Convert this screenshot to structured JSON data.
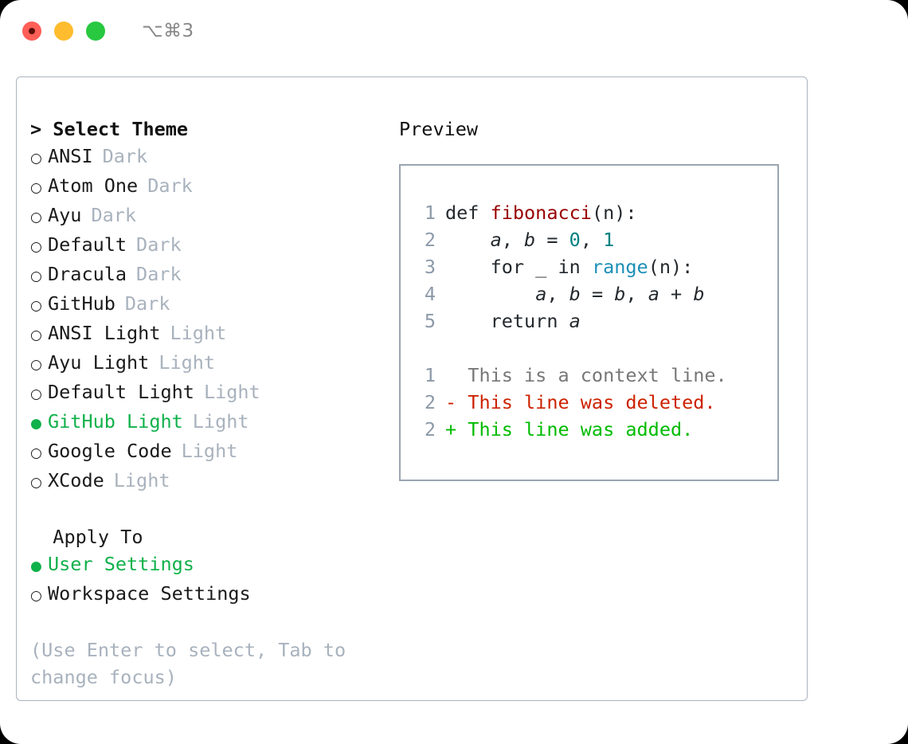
{
  "titlebar": {
    "shortcut": "⌥⌘3",
    "traffic_lights": [
      {
        "name": "close",
        "color": "#ff5f57"
      },
      {
        "name": "minimize",
        "color": "#febc2e"
      },
      {
        "name": "zoom",
        "color": "#28c840"
      }
    ]
  },
  "theme_panel": {
    "header": "> Select Theme",
    "options": [
      {
        "bullet": "○",
        "label": "ANSI",
        "variant": "Dark",
        "selected": false
      },
      {
        "bullet": "○",
        "label": "Atom One",
        "variant": "Dark",
        "selected": false
      },
      {
        "bullet": "○",
        "label": "Ayu",
        "variant": "Dark",
        "selected": false
      },
      {
        "bullet": "○",
        "label": "Default",
        "variant": "Dark",
        "selected": false
      },
      {
        "bullet": "○",
        "label": "Dracula",
        "variant": "Dark",
        "selected": false
      },
      {
        "bullet": "○",
        "label": "GitHub",
        "variant": "Dark",
        "selected": false
      },
      {
        "bullet": "○",
        "label": "ANSI Light",
        "variant": "Light",
        "selected": false
      },
      {
        "bullet": "○",
        "label": "Ayu Light",
        "variant": "Light",
        "selected": false
      },
      {
        "bullet": "○",
        "label": "Default Light",
        "variant": "Light",
        "selected": false
      },
      {
        "bullet": "●",
        "label": "GitHub Light",
        "variant": "Light",
        "selected": true
      },
      {
        "bullet": "○",
        "label": "Google Code",
        "variant": "Light",
        "selected": false
      },
      {
        "bullet": "○",
        "label": "XCode",
        "variant": "Light",
        "selected": false
      }
    ]
  },
  "apply_to": {
    "header": "  Apply To",
    "options": [
      {
        "bullet": "●",
        "label": "User Settings",
        "selected": true
      },
      {
        "bullet": "○",
        "label": "Workspace Settings",
        "selected": false
      }
    ]
  },
  "help": {
    "line1": "(Use Enter to select, Tab to",
    "line2": "change focus)"
  },
  "preview": {
    "title": "Preview",
    "code_lines": [
      {
        "lineno": "1",
        "tokens": [
          {
            "text": "def ",
            "type": "plain"
          },
          {
            "text": "fibonacci",
            "type": "function"
          },
          {
            "text": "(n):",
            "type": "plain"
          }
        ]
      },
      {
        "lineno": "2",
        "tokens": [
          {
            "text": "    ",
            "type": "plain"
          },
          {
            "text": "a",
            "type": "var"
          },
          {
            "text": ", ",
            "type": "plain"
          },
          {
            "text": "b",
            "type": "var"
          },
          {
            "text": " = ",
            "type": "plain"
          },
          {
            "text": "0",
            "type": "number"
          },
          {
            "text": ", ",
            "type": "plain"
          },
          {
            "text": "1",
            "type": "number"
          }
        ]
      },
      {
        "lineno": "3",
        "tokens": [
          {
            "text": "    for _ in ",
            "type": "plain"
          },
          {
            "text": "range",
            "type": "builtin"
          },
          {
            "text": "(n):",
            "type": "plain"
          }
        ]
      },
      {
        "lineno": "4",
        "tokens": [
          {
            "text": "        ",
            "type": "plain"
          },
          {
            "text": "a",
            "type": "var"
          },
          {
            "text": ", ",
            "type": "plain"
          },
          {
            "text": "b",
            "type": "var"
          },
          {
            "text": " = ",
            "type": "plain"
          },
          {
            "text": "b",
            "type": "var"
          },
          {
            "text": ", ",
            "type": "plain"
          },
          {
            "text": "a",
            "type": "var"
          },
          {
            "text": " + ",
            "type": "plain"
          },
          {
            "text": "b",
            "type": "var"
          }
        ]
      },
      {
        "lineno": "5",
        "tokens": [
          {
            "text": "    return ",
            "type": "plain"
          },
          {
            "text": "a",
            "type": "var"
          }
        ]
      }
    ],
    "diff_lines": [
      {
        "lineno": "1",
        "marker": "  ",
        "text": "This is a context line.",
        "type": "context"
      },
      {
        "lineno": "2",
        "marker": "- ",
        "text": "This line was deleted.",
        "type": "deleted"
      },
      {
        "lineno": "2",
        "marker": "+ ",
        "text": "This line was added.",
        "type": "added"
      }
    ]
  },
  "colors": {
    "accent_green": "#0fb14a",
    "variant_gray": "#a8b2bd",
    "border": "#9aa5b1",
    "function_red": "#990000",
    "number_teal": "#008080",
    "builtin_blue": "#1b8fb8",
    "diff_deleted": "#cc2200",
    "diff_added": "#00bb00",
    "gutter": "#8c99a8"
  }
}
